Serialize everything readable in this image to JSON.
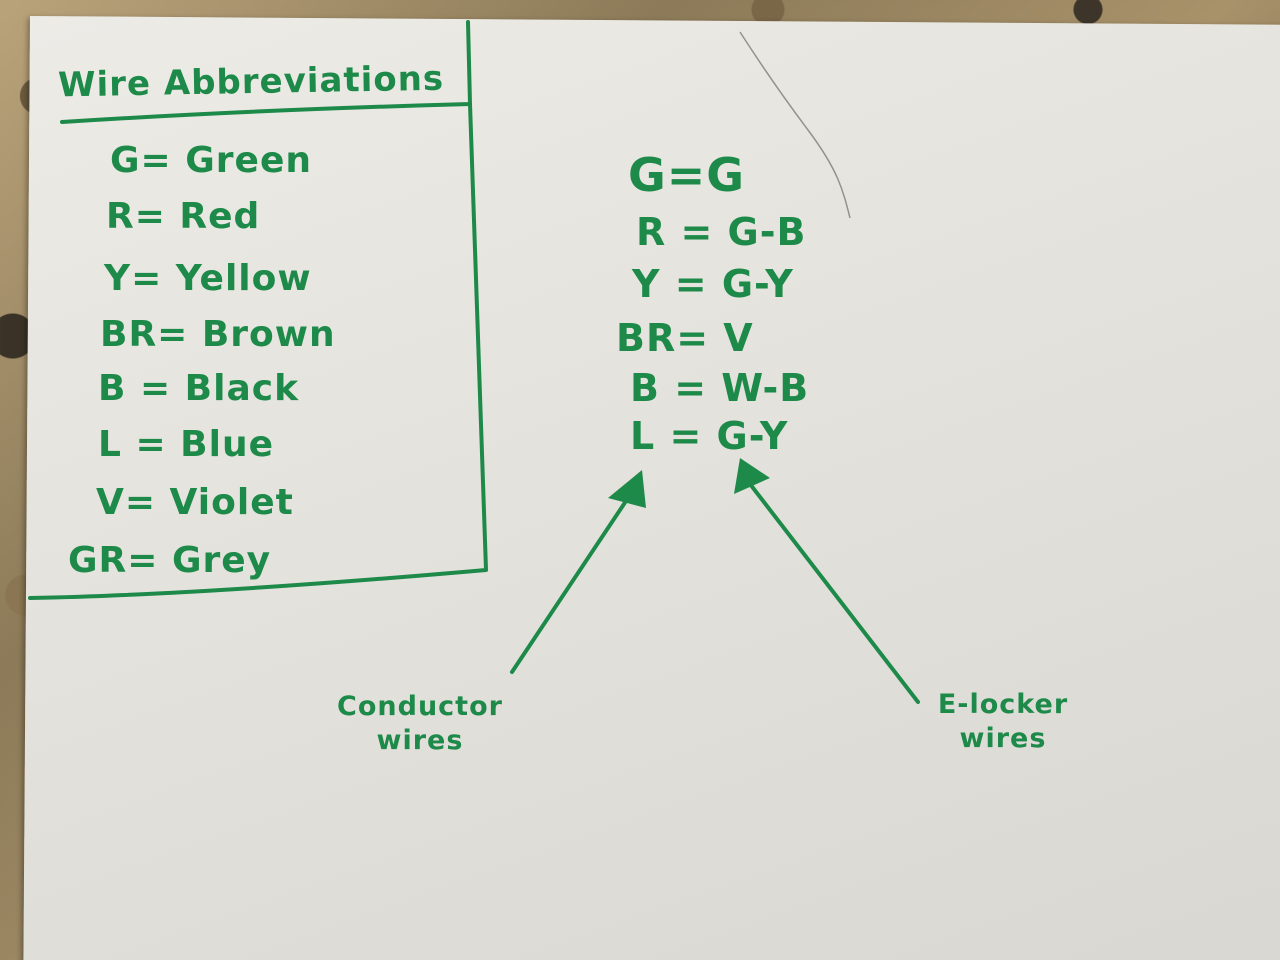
{
  "legend": {
    "title": "Wire Abbreviations",
    "items": [
      {
        "label": "G= Green"
      },
      {
        "label": "R= Red"
      },
      {
        "label": "Y= Yellow"
      },
      {
        "label": "BR= Brown"
      },
      {
        "label": "B = Black"
      },
      {
        "label": "L = Blue"
      },
      {
        "label": "V= Violet"
      },
      {
        "label": "GR= Grey"
      }
    ]
  },
  "mapping": {
    "items": [
      {
        "label": "G=G"
      },
      {
        "label": "R = G-B"
      },
      {
        "label": "Y = G-Y"
      },
      {
        "label": "BR= V"
      },
      {
        "label": "B = W-B"
      },
      {
        "label": "L = G-Y"
      }
    ]
  },
  "annotations": {
    "left_line1": "Conductor",
    "left_line2": "wires",
    "right_line1": "E-locker",
    "right_line2": "wires"
  },
  "colors": {
    "ink": "#1d8a4a",
    "paper": "#e6e4de"
  }
}
